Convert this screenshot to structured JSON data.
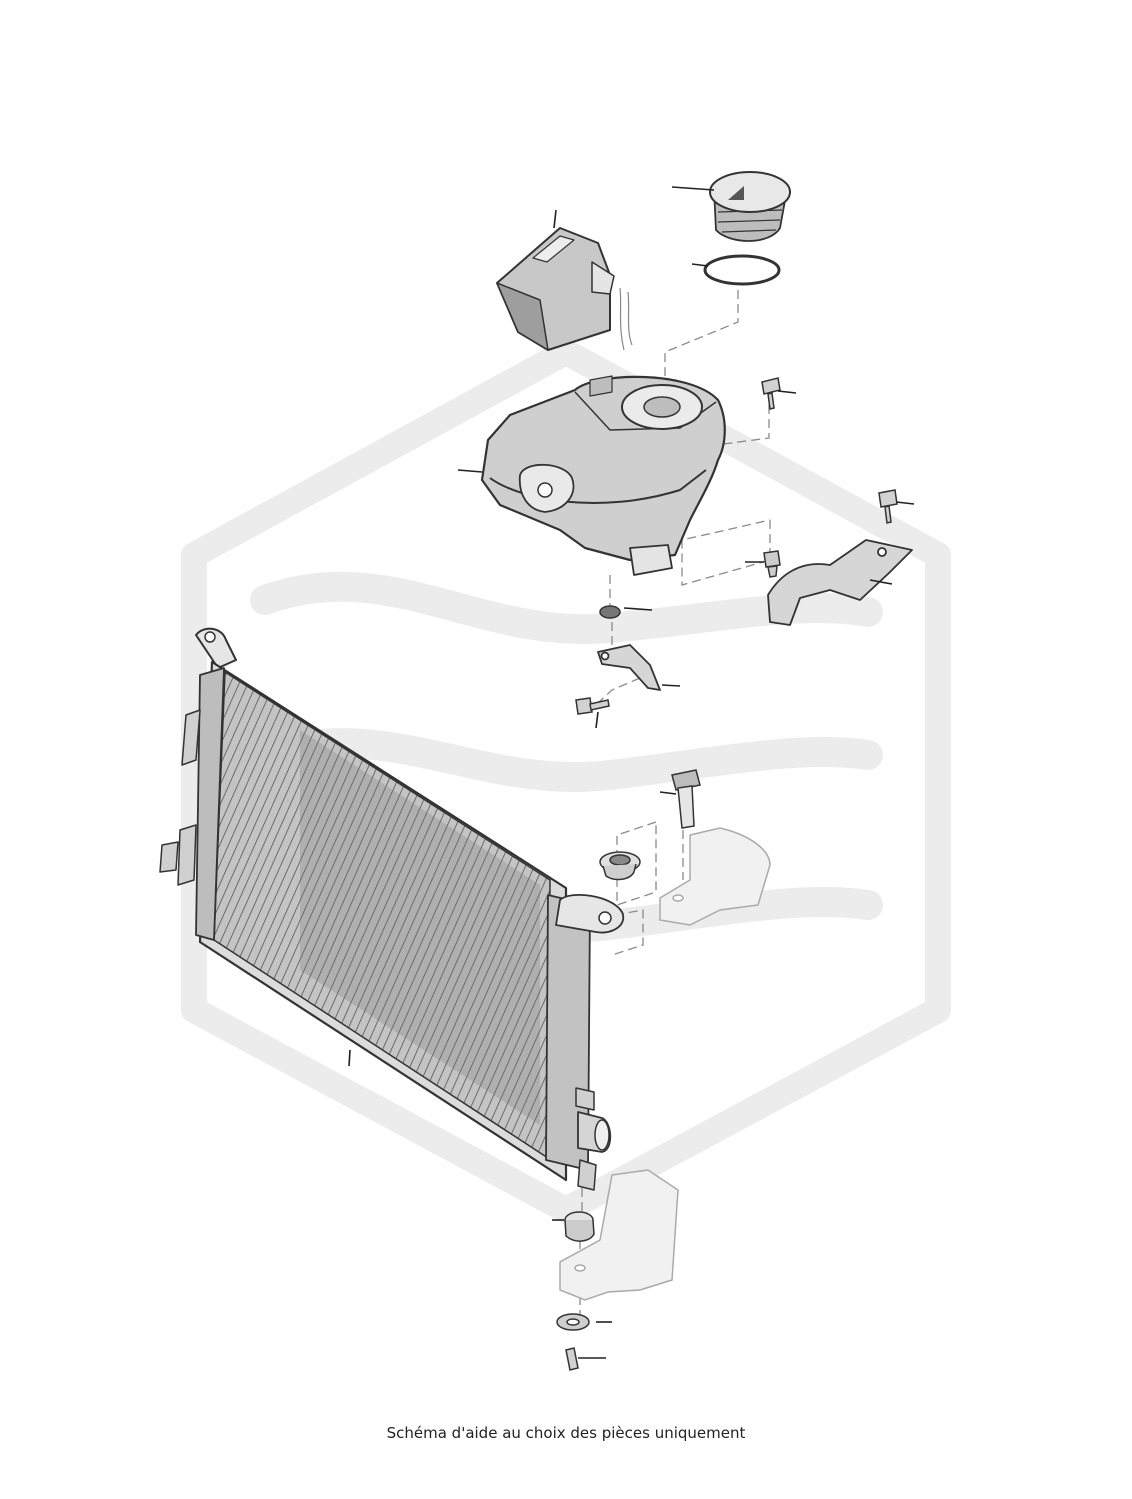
{
  "caption": "Schéma d'aide au choix des pièces uniquement",
  "colors": {
    "watermark": "#ececec",
    "line": "#333333",
    "part_fill": "#d9d9d9",
    "part_shade": "#9a9a9a",
    "part_light": "#f2f2f2",
    "dashed": "#8a8a8a"
  },
  "icons": [
    "watermark-logo",
    "radiator",
    "expansion-tank",
    "filler-cap",
    "coolant-canister"
  ]
}
